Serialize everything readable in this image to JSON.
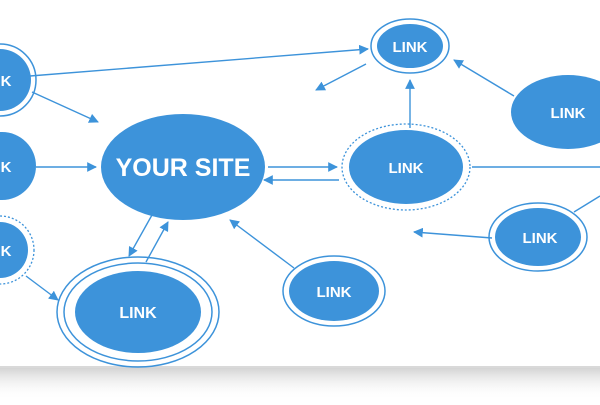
{
  "colors": {
    "node": "#3d93da",
    "edge": "#3d93da",
    "background": "#ffffff",
    "label": "#ffffff"
  },
  "nodes": {
    "your_site": {
      "label": "YOUR SITE"
    },
    "link_top": {
      "label": "LINK"
    },
    "link_right_top": {
      "label": "LINK"
    },
    "link_center_right": {
      "label": "LINK"
    },
    "link_right_mid": {
      "label": "LINK"
    },
    "link_bottom_center": {
      "label": "LINK"
    },
    "link_bottom_left": {
      "label": "LINK"
    },
    "link_left_top": {
      "label": "LINK"
    },
    "link_left_mid": {
      "label": "LINK"
    },
    "link_left_low": {
      "label": "LINK"
    }
  }
}
